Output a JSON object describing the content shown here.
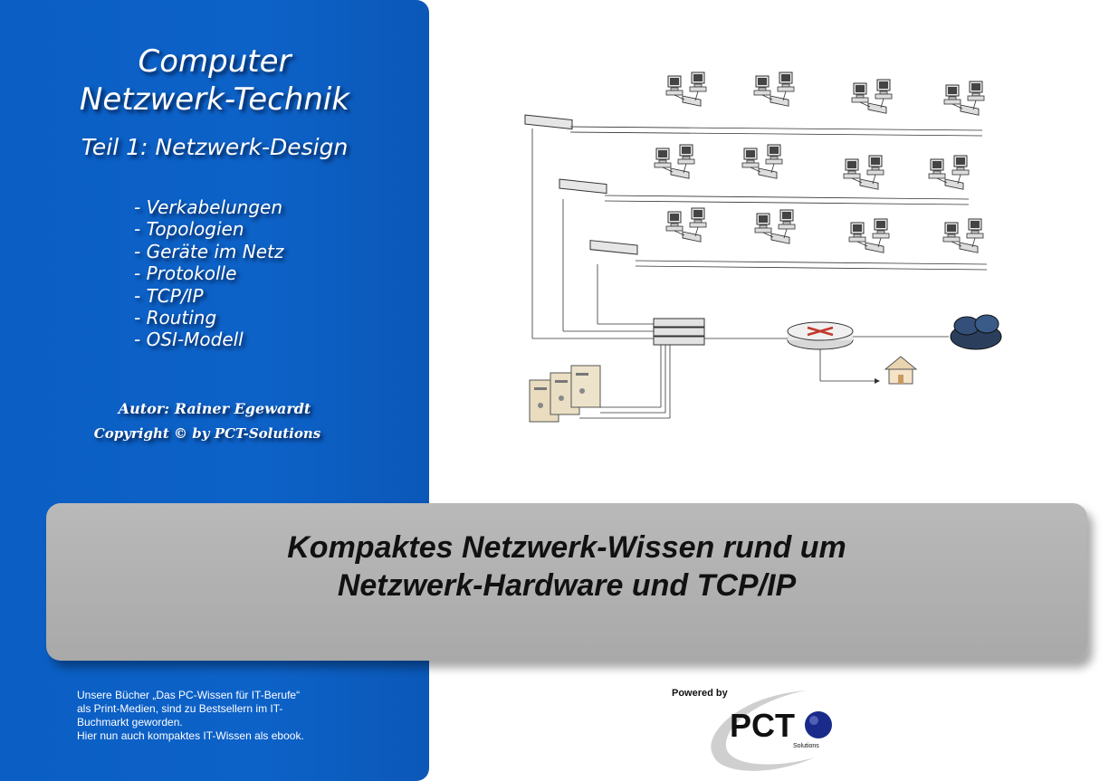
{
  "cover": {
    "title_line1": "Computer",
    "title_line2": "Netzwerk-Technik",
    "subtitle": "Teil 1: Netzwerk-Design",
    "topics": [
      "- Verkabelungen",
      "- Topologien",
      "- Geräte im Netz",
      "- Protokolle",
      "- TCP/IP",
      "- Routing",
      "- OSI-Modell"
    ],
    "author": "Autor: Rainer Egewardt",
    "copyright": "Copyright © by PCT-Solutions"
  },
  "banner": {
    "line1": "Kompaktes Netzwerk-Wissen rund um",
    "line2": "Netzwerk-Hardware und TCP/IP"
  },
  "footer": {
    "lines": [
      "Unsere Bücher „Das PC-Wissen für IT-Berufe“",
      "als Print-Medien, sind zu Bestsellern im IT-",
      "Buchmarkt geworden.",
      "Hier nun auch kompaktes IT-Wissen als ebook."
    ]
  },
  "logo": {
    "powered_by": "Powered by",
    "brand": "PCT",
    "brand_sub": "Solutions"
  },
  "colors": {
    "panel_blue": "#0d62c8",
    "banner_gray": "#b0b0b0",
    "logo_ball": "#1a2a8a"
  }
}
